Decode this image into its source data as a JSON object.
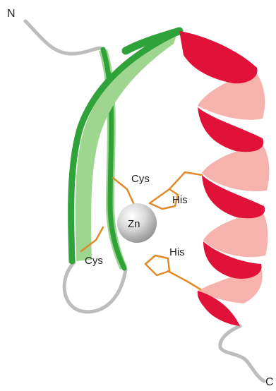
{
  "labels": {
    "n_terminus": "N",
    "c_terminus": "C",
    "zinc": "Zn",
    "cys_top": "Cys",
    "cys_bottom": "Cys",
    "his_top": "His",
    "his_bottom": "His"
  },
  "colors": {
    "coil": "#bdbdbd",
    "strand_dark": "#2fa23a",
    "strand_light": "#9fd68f",
    "helix_front": "#e0123a",
    "helix_back": "#f6b3ad",
    "side_chain": "#e08a2a",
    "zinc_highlight": "#ffffff",
    "zinc_shadow": "#8a8a8a"
  }
}
